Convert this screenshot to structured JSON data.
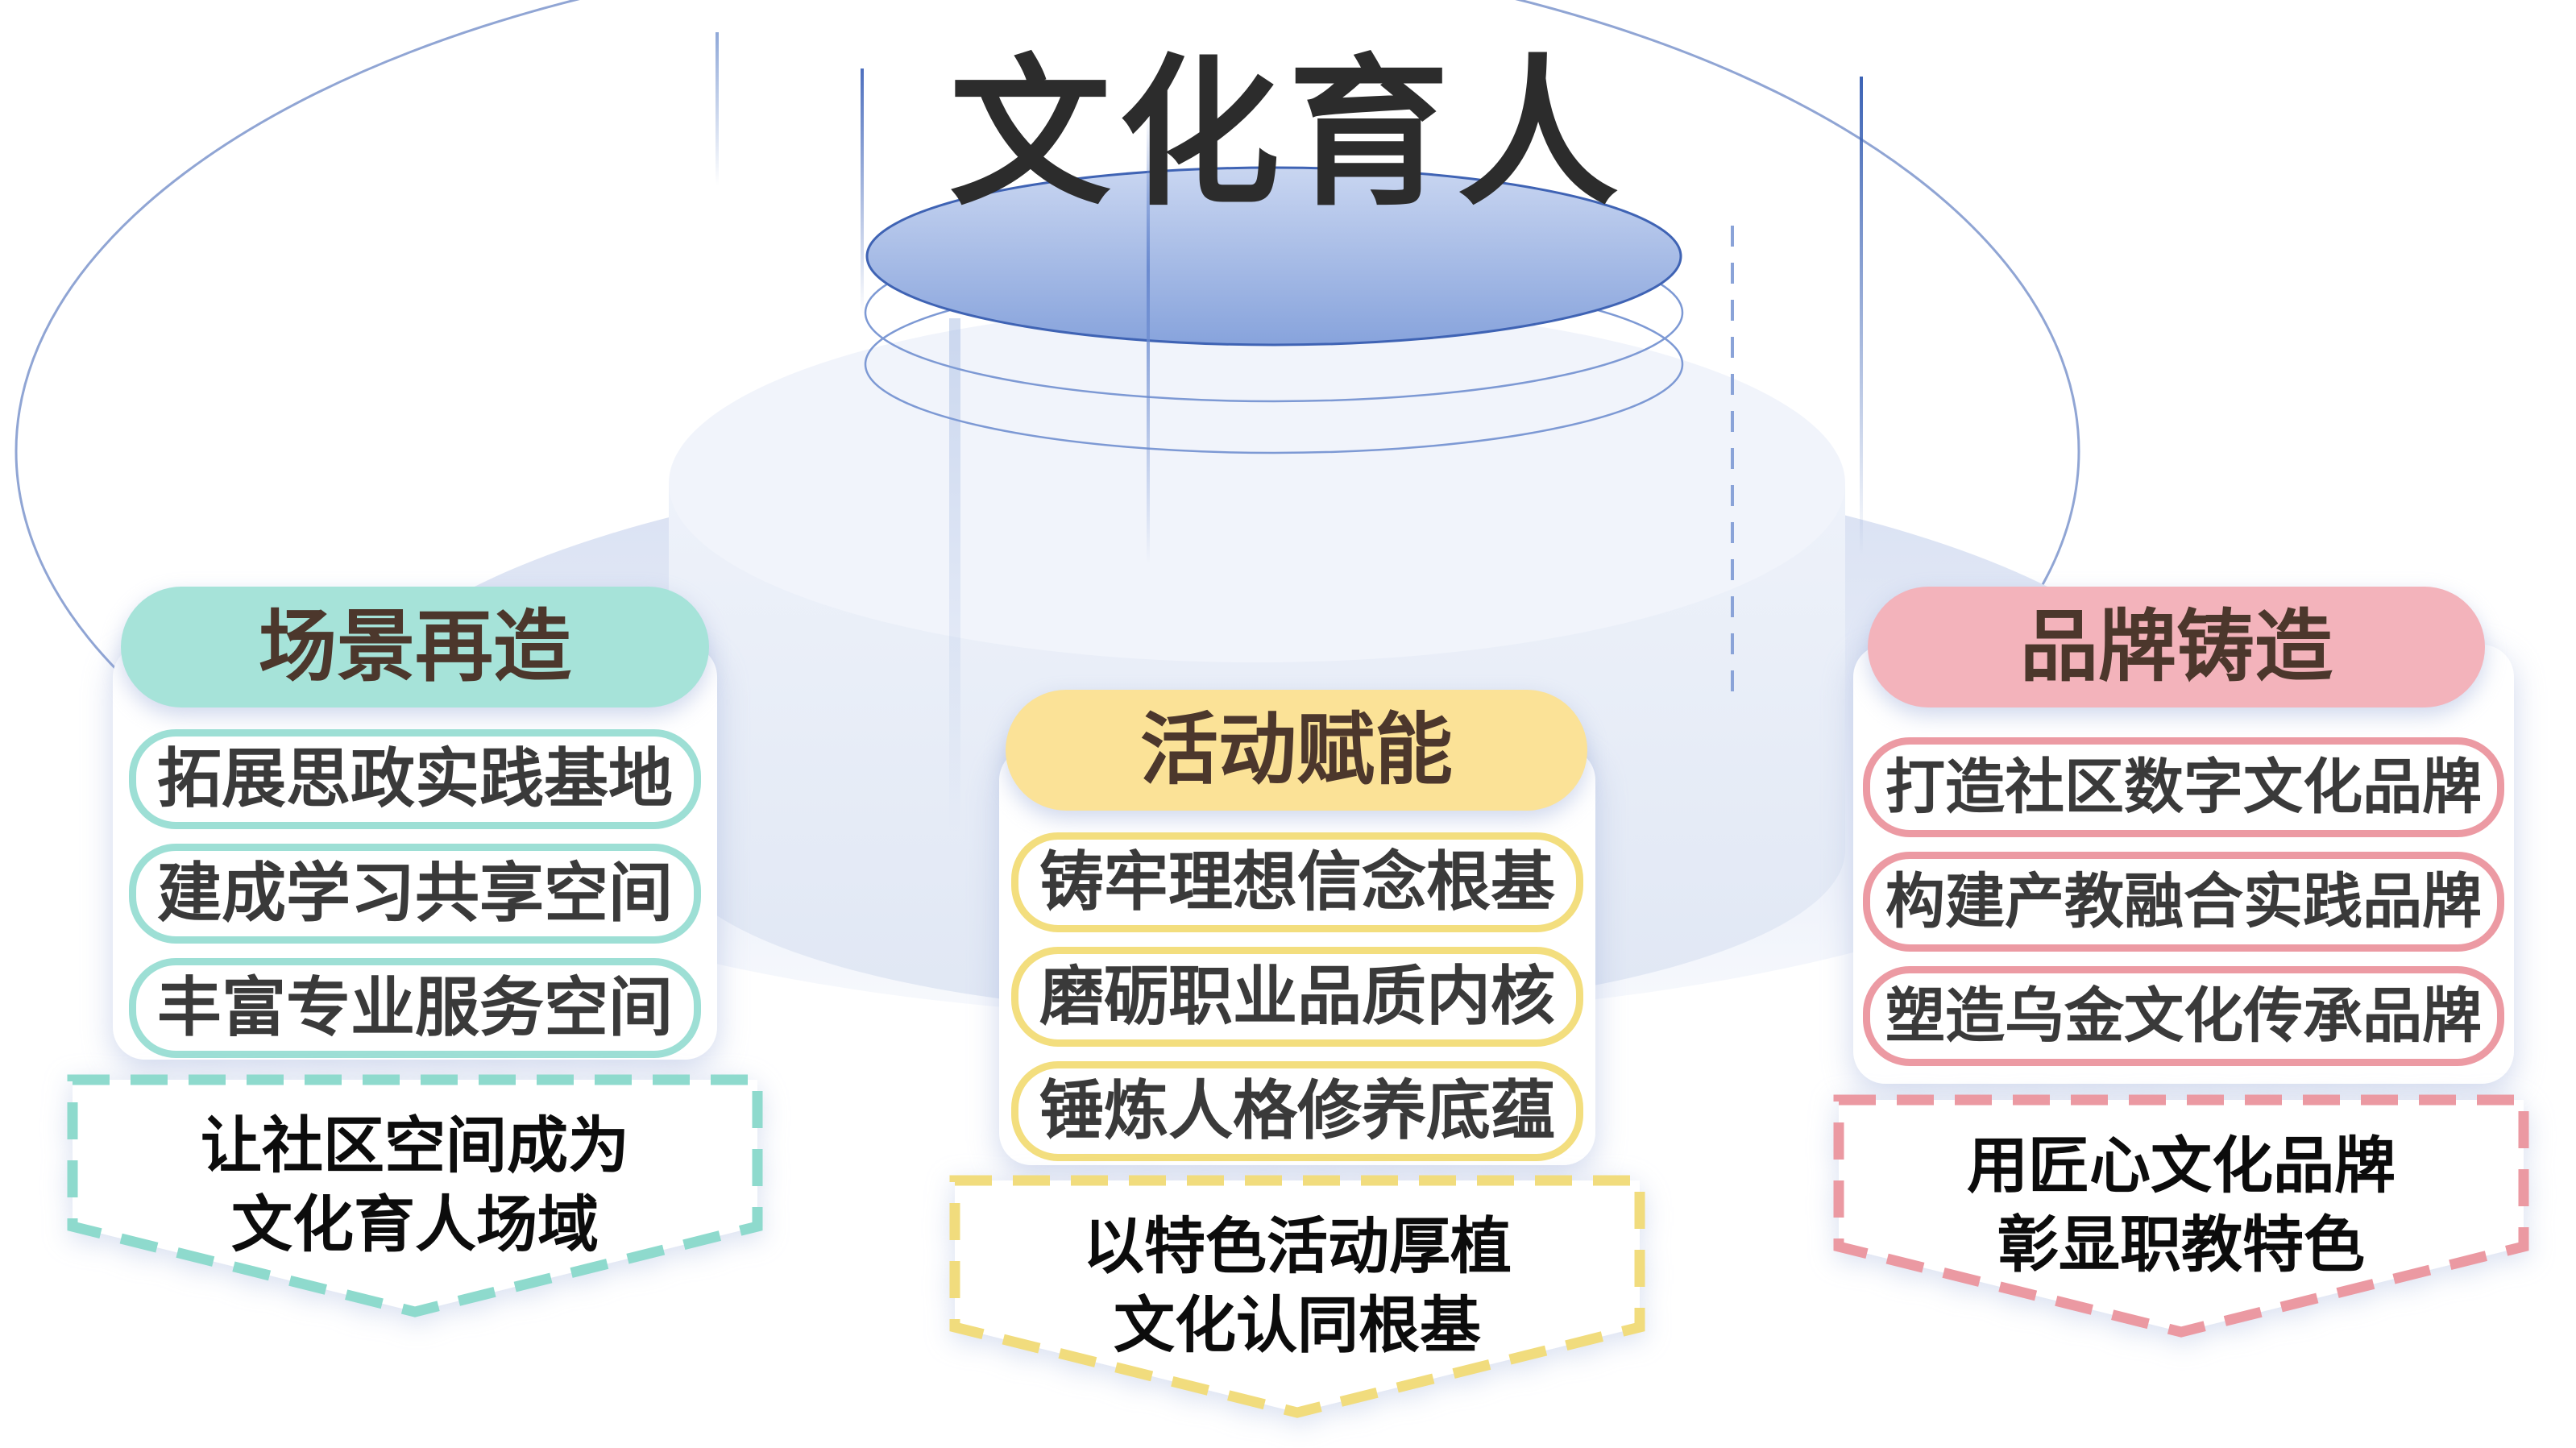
{
  "title": "文化育人",
  "columns": [
    {
      "id": "scene",
      "header": "场景再造",
      "items": [
        "拓展思政实践基地",
        "建成学习共享空间",
        "丰富专业服务空间"
      ],
      "summary_lines": [
        "让社区空间成为",
        "文化育人场域"
      ],
      "colors": {
        "header_bg": "#a6e3d9",
        "border": "#9ddfd5",
        "dash": "#8edacd"
      }
    },
    {
      "id": "activity",
      "header": "活动赋能",
      "items": [
        "铸牢理想信念根基",
        "磨砺职业品质内核",
        "锤炼人格修养底蕴"
      ],
      "summary_lines": [
        "以特色活动厚植",
        "文化认同根基"
      ],
      "colors": {
        "header_bg": "#fbe297",
        "border": "#f3de7e",
        "dash": "#f1dc7d"
      }
    },
    {
      "id": "brand",
      "header": "品牌铸造",
      "items": [
        "打造社区数字文化品牌",
        "构建产教融合实践品牌",
        "塑造乌金文化传承品牌"
      ],
      "summary_lines": [
        "用匠心文化品牌",
        "彰显职教特色"
      ],
      "colors": {
        "header_bg": "#f3b3bb",
        "border": "#ec9aa3",
        "dash": "#eb99a2"
      }
    }
  ],
  "colors": {
    "title_text": "#2c2c2c",
    "header_text": "#4c372c",
    "item_text": "#3a3a3a",
    "summary_text": "#0c0c0c",
    "podium_top_fill": "#87a3dc",
    "podium_top_stroke": "#3f63b4",
    "podium_ring_stroke": "#7d99d4",
    "podium_body_fill": "#e8edf8",
    "background": "#ffffff"
  }
}
